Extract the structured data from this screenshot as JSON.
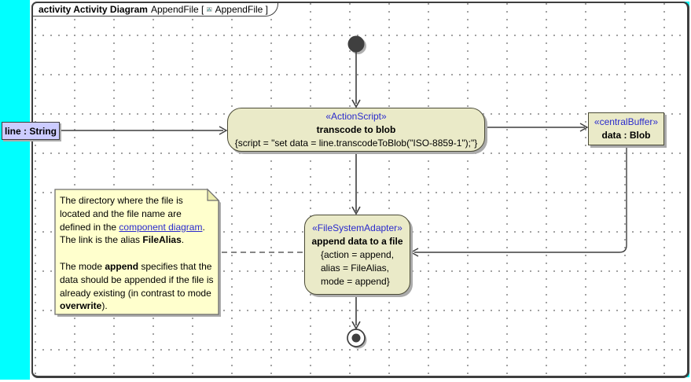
{
  "header": {
    "kind_label": "activity Activity Diagram",
    "diagram_name": "AppendFile [",
    "icon": "activity-diagram-icon",
    "diagram_ref": "AppendFile ]"
  },
  "colors": {
    "canvas_margin": "#00FFFF",
    "node_fill": "#EAEAC8",
    "node_border": "#4a4a36",
    "param_fill": "#CCCCFF",
    "note_fill": "#FFFFCD",
    "stereotype_text": "#2A2ACD",
    "link_text": "#2A2ACD",
    "edge": "#3F3F3F",
    "grid_dot": "#909090",
    "shadow": "#ABABAB"
  },
  "nodes": {
    "parameter": {
      "label": "line : String"
    },
    "transcode": {
      "stereotype": "«ActionScript»",
      "name": "transcode to blob",
      "script": "{script = \"set data = line.transcodeToBlob(\"ISO-8859-1\");\"}"
    },
    "buffer": {
      "stereotype": "«centralBuffer»",
      "name": "data : Blob"
    },
    "append": {
      "stereotype": "«FileSystemAdapter»",
      "name": "append data to a file",
      "props": [
        "{action = append,",
        "alias = FileAlias,",
        "mode = append}"
      ]
    }
  },
  "note": {
    "p1": [
      {
        "t": "The directory where the file is located and the file name are defined in the ",
        "style": "plain"
      },
      {
        "t": "component diagram",
        "style": "link"
      },
      {
        "t": ". The link is the alias ",
        "style": "plain"
      },
      {
        "t": "FileAlias",
        "style": "bold"
      },
      {
        "t": ".",
        "style": "plain"
      }
    ],
    "p2": [
      {
        "t": "The mode ",
        "style": "plain"
      },
      {
        "t": "append",
        "style": "bold"
      },
      {
        "t": " specifies that the data should be appended if the file is already existing (in contrast to mode ",
        "style": "plain"
      },
      {
        "t": "overwrite",
        "style": "bold"
      },
      {
        "t": ").",
        "style": "plain"
      }
    ]
  }
}
